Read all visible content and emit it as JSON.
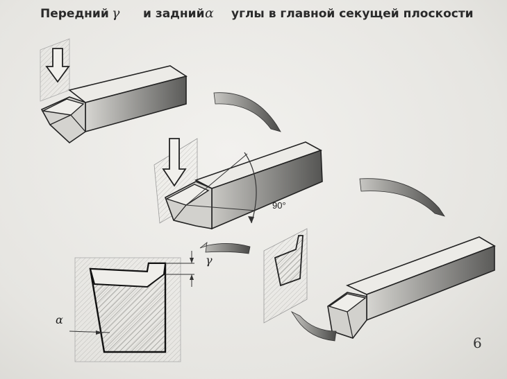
{
  "title": {
    "part1": "Передний",
    "gamma_symbol": "γ",
    "part2": "и задний",
    "alpha_symbol": "α",
    "part3": "углы в главной секущей плоскости"
  },
  "labels": {
    "angle_90": "90°",
    "gamma": "γ",
    "alpha": "α",
    "page_number": "6"
  }
}
